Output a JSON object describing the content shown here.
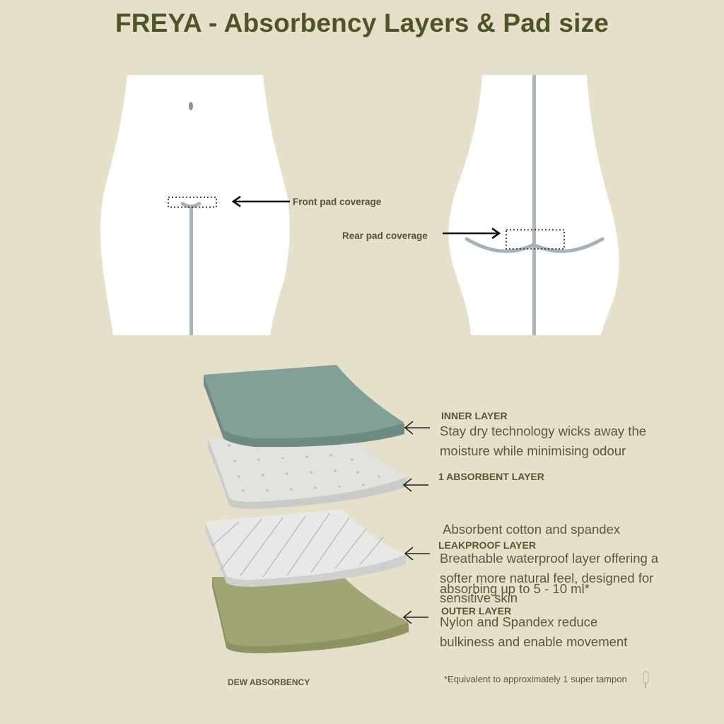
{
  "title": "FREYA - Absorbency Layers & Pad size",
  "coverage": {
    "front_label": "Front pad coverage",
    "rear_label": "Rear pad coverage"
  },
  "layers": [
    {
      "heading": "INNER LAYER",
      "lines": [
        "Stay dry technology wicks away the",
        "moisture while minimising odour"
      ],
      "color": "#7f9f97"
    },
    {
      "heading": "1 ABSORBENT LAYER",
      "lines": [
        " Absorbent cotton and spandex",
        "absorbing up to 5 - 10 ml*"
      ],
      "color": "#e2e2df"
    },
    {
      "heading": "LEAKPROOF LAYER",
      "lines": [
        "Breathable waterproof layer offering a",
        "softer more natural feel, designed for",
        "sensitive skin"
      ],
      "color": "#e6e6e4"
    },
    {
      "heading": "OUTER LAYER",
      "lines": [
        "Nylon and Spandex reduce",
        "bulkiness and enable movement"
      ],
      "color": "#9fa370"
    }
  ],
  "footer": {
    "brand": "DEW ABSORBENCY",
    "footnote": "*Equivalent to approximately 1 super tampon"
  },
  "icons": {
    "arrow": "arrow-left-icon",
    "tampon": "tampon-icon"
  },
  "colors": {
    "background": "#e6dfca",
    "title": "#4e5424",
    "text": "#58593a"
  }
}
